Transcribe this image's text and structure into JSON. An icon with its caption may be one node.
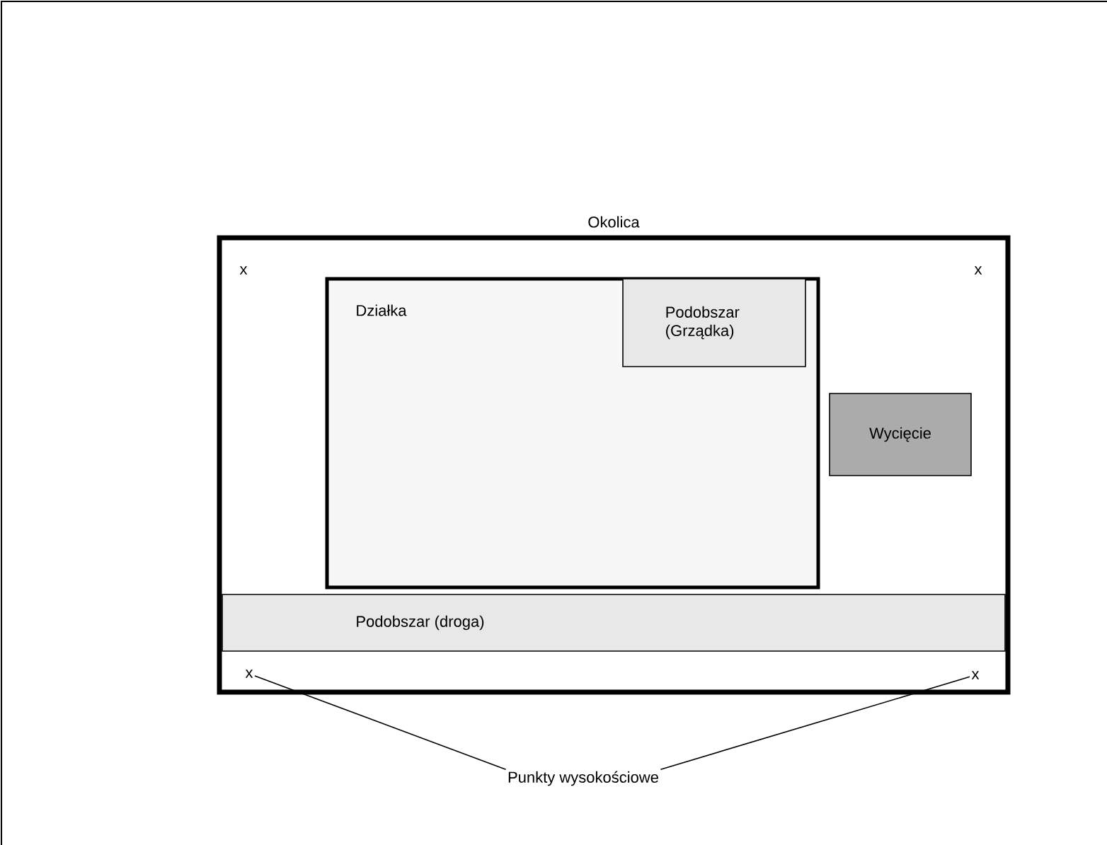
{
  "diagram": {
    "nodes": [
      {
        "text": [
          "Okolica"
        ]
      },
      {
        "text": [
          "Działka"
        ],
        "in": 0
      },
      {
        "text": [
          "Podobszar (Grządka)"
        ],
        "in": 1
      },
      {
        "text": [
          "Wycięcie"
        ],
        "in": 0
      },
      {
        "text": [
          "Podobszar (droga)"
        ],
        "in": 0
      },
      {
        "text": [
          "x"
        ],
        "in": 0
      },
      {
        "text": [
          "x"
        ],
        "in": 0
      },
      {
        "text": [
          "Punkty wysokościowe"
        ]
      }
    ],
    "edges": [
      {
        "from": 7,
        "to": 5,
        "arrow": "none"
      },
      {
        "from": 7,
        "to": 6,
        "arrow": "none"
      }
    ],
    "labels": [
      "x",
      "x"
    ]
  }
}
